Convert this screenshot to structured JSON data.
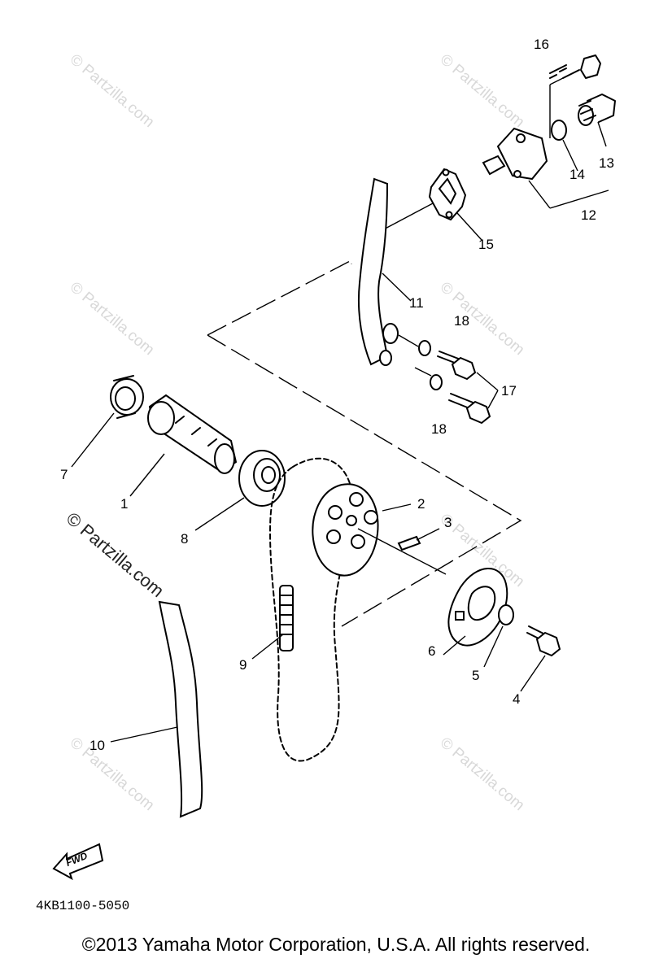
{
  "watermark": "© Partzilla.com",
  "diagram_code": "4KB1100-5050",
  "fwd_label": "FWD",
  "copyright": "©2013  Yamaha Motor Corporation, U.S.A. All rights reserved.",
  "callouts": {
    "c1": "1",
    "c2": "2",
    "c3": "3",
    "c4": "4",
    "c5": "5",
    "c6": "6",
    "c7": "7",
    "c8": "8",
    "c9": "9",
    "c10": "10",
    "c11": "11",
    "c12": "12",
    "c13": "13",
    "c14": "14",
    "c15": "15",
    "c16": "16",
    "c17": "17",
    "c18a": "18",
    "c18b": "18"
  }
}
